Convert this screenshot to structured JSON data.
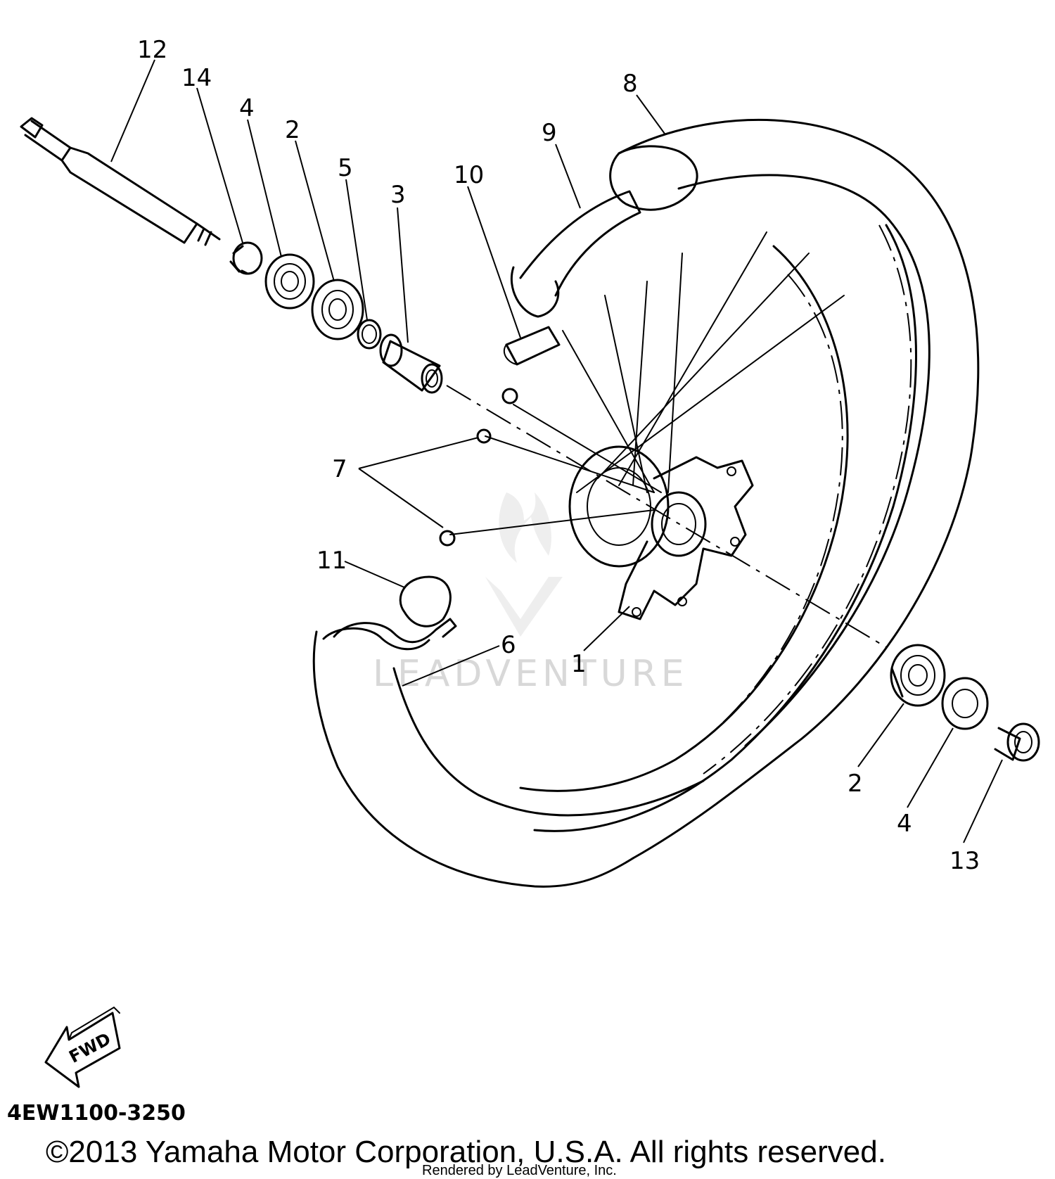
{
  "callouts": {
    "c12": "12",
    "c14": "14",
    "c4a": "4",
    "c2a": "2",
    "c5": "5",
    "c3": "3",
    "c10": "10",
    "c9": "9",
    "c8": "8",
    "c7": "7",
    "c11": "11",
    "c6": "6",
    "c1": "1",
    "c2b": "2",
    "c4b": "4",
    "c13": "13"
  },
  "fwd_label": "FWD",
  "diagram_code": "4EW1100-3250",
  "copyright": "©2013 Yamaha Motor Corporation, U.S.A. All rights reserved.",
  "rendered_by": "Rendered by LeadVenture, Inc.",
  "watermark_text": "LEADVENTURE"
}
